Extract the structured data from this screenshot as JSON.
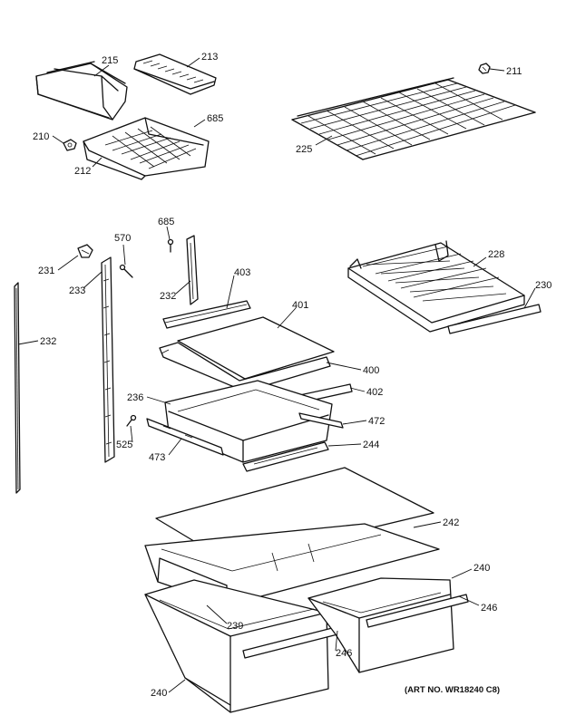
{
  "diagram": {
    "art_number": "(ART NO. WR18240 C8)",
    "callouts": {
      "c215": "215",
      "c213": "213",
      "c685a": "685",
      "c210": "210",
      "c212": "212",
      "c211": "211",
      "c225": "225",
      "c685b": "685",
      "c570": "570",
      "c231": "231",
      "c233": "233",
      "c232a": "232",
      "c403": "403",
      "c232b": "232",
      "c401": "401",
      "c228": "228",
      "c230": "230",
      "c400": "400",
      "c236": "236",
      "c402": "402",
      "c472": "472",
      "c525": "525",
      "c473": "473",
      "c244": "244",
      "c242": "242",
      "c240a": "240",
      "c246a": "246",
      "c239": "239",
      "c246b": "246",
      "c240b": "240"
    }
  }
}
